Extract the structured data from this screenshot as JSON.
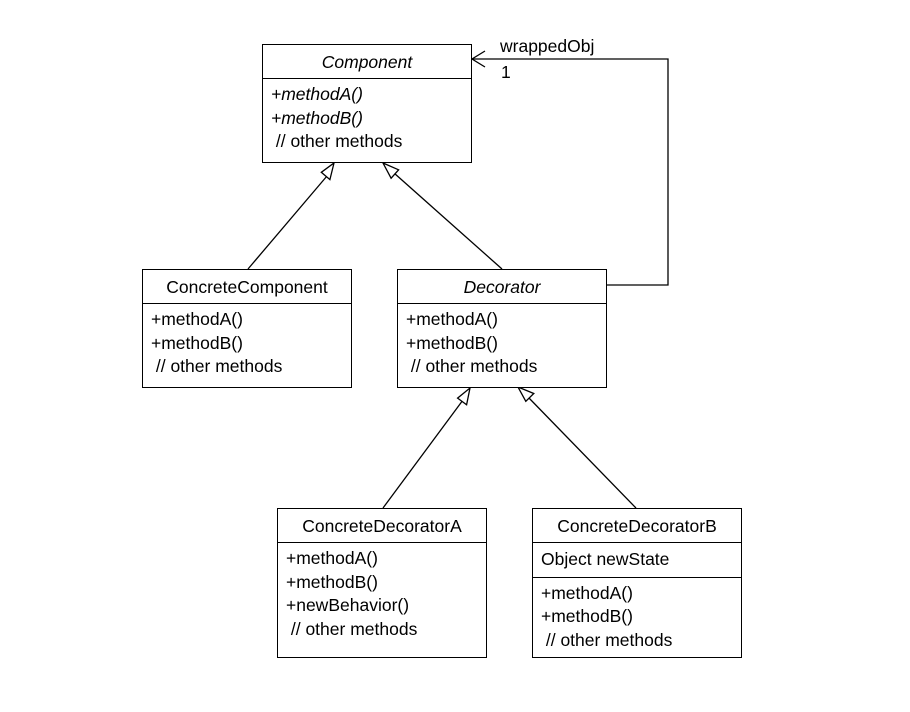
{
  "classes": {
    "component": {
      "name": "Component",
      "methods": [
        "+methodA()",
        "+methodB()",
        " // other methods"
      ]
    },
    "concrete_component": {
      "name": "ConcreteComponent",
      "methods": [
        "+methodA()",
        "+methodB()",
        " // other methods"
      ]
    },
    "decorator": {
      "name": "Decorator",
      "methods": [
        "+methodA()",
        "+methodB()",
        " // other methods"
      ]
    },
    "concrete_decorator_a": {
      "name": "ConcreteDecoratorA",
      "methods": [
        "+methodA()",
        "+methodB()",
        "+newBehavior()",
        " // other methods"
      ]
    },
    "concrete_decorator_b": {
      "name": "ConcreteDecoratorB",
      "attributes": [
        "Object newState"
      ],
      "methods": [
        "+methodA()",
        "+methodB()",
        " // other methods"
      ]
    }
  },
  "association": {
    "role": "wrappedObj",
    "multiplicity": "1"
  }
}
